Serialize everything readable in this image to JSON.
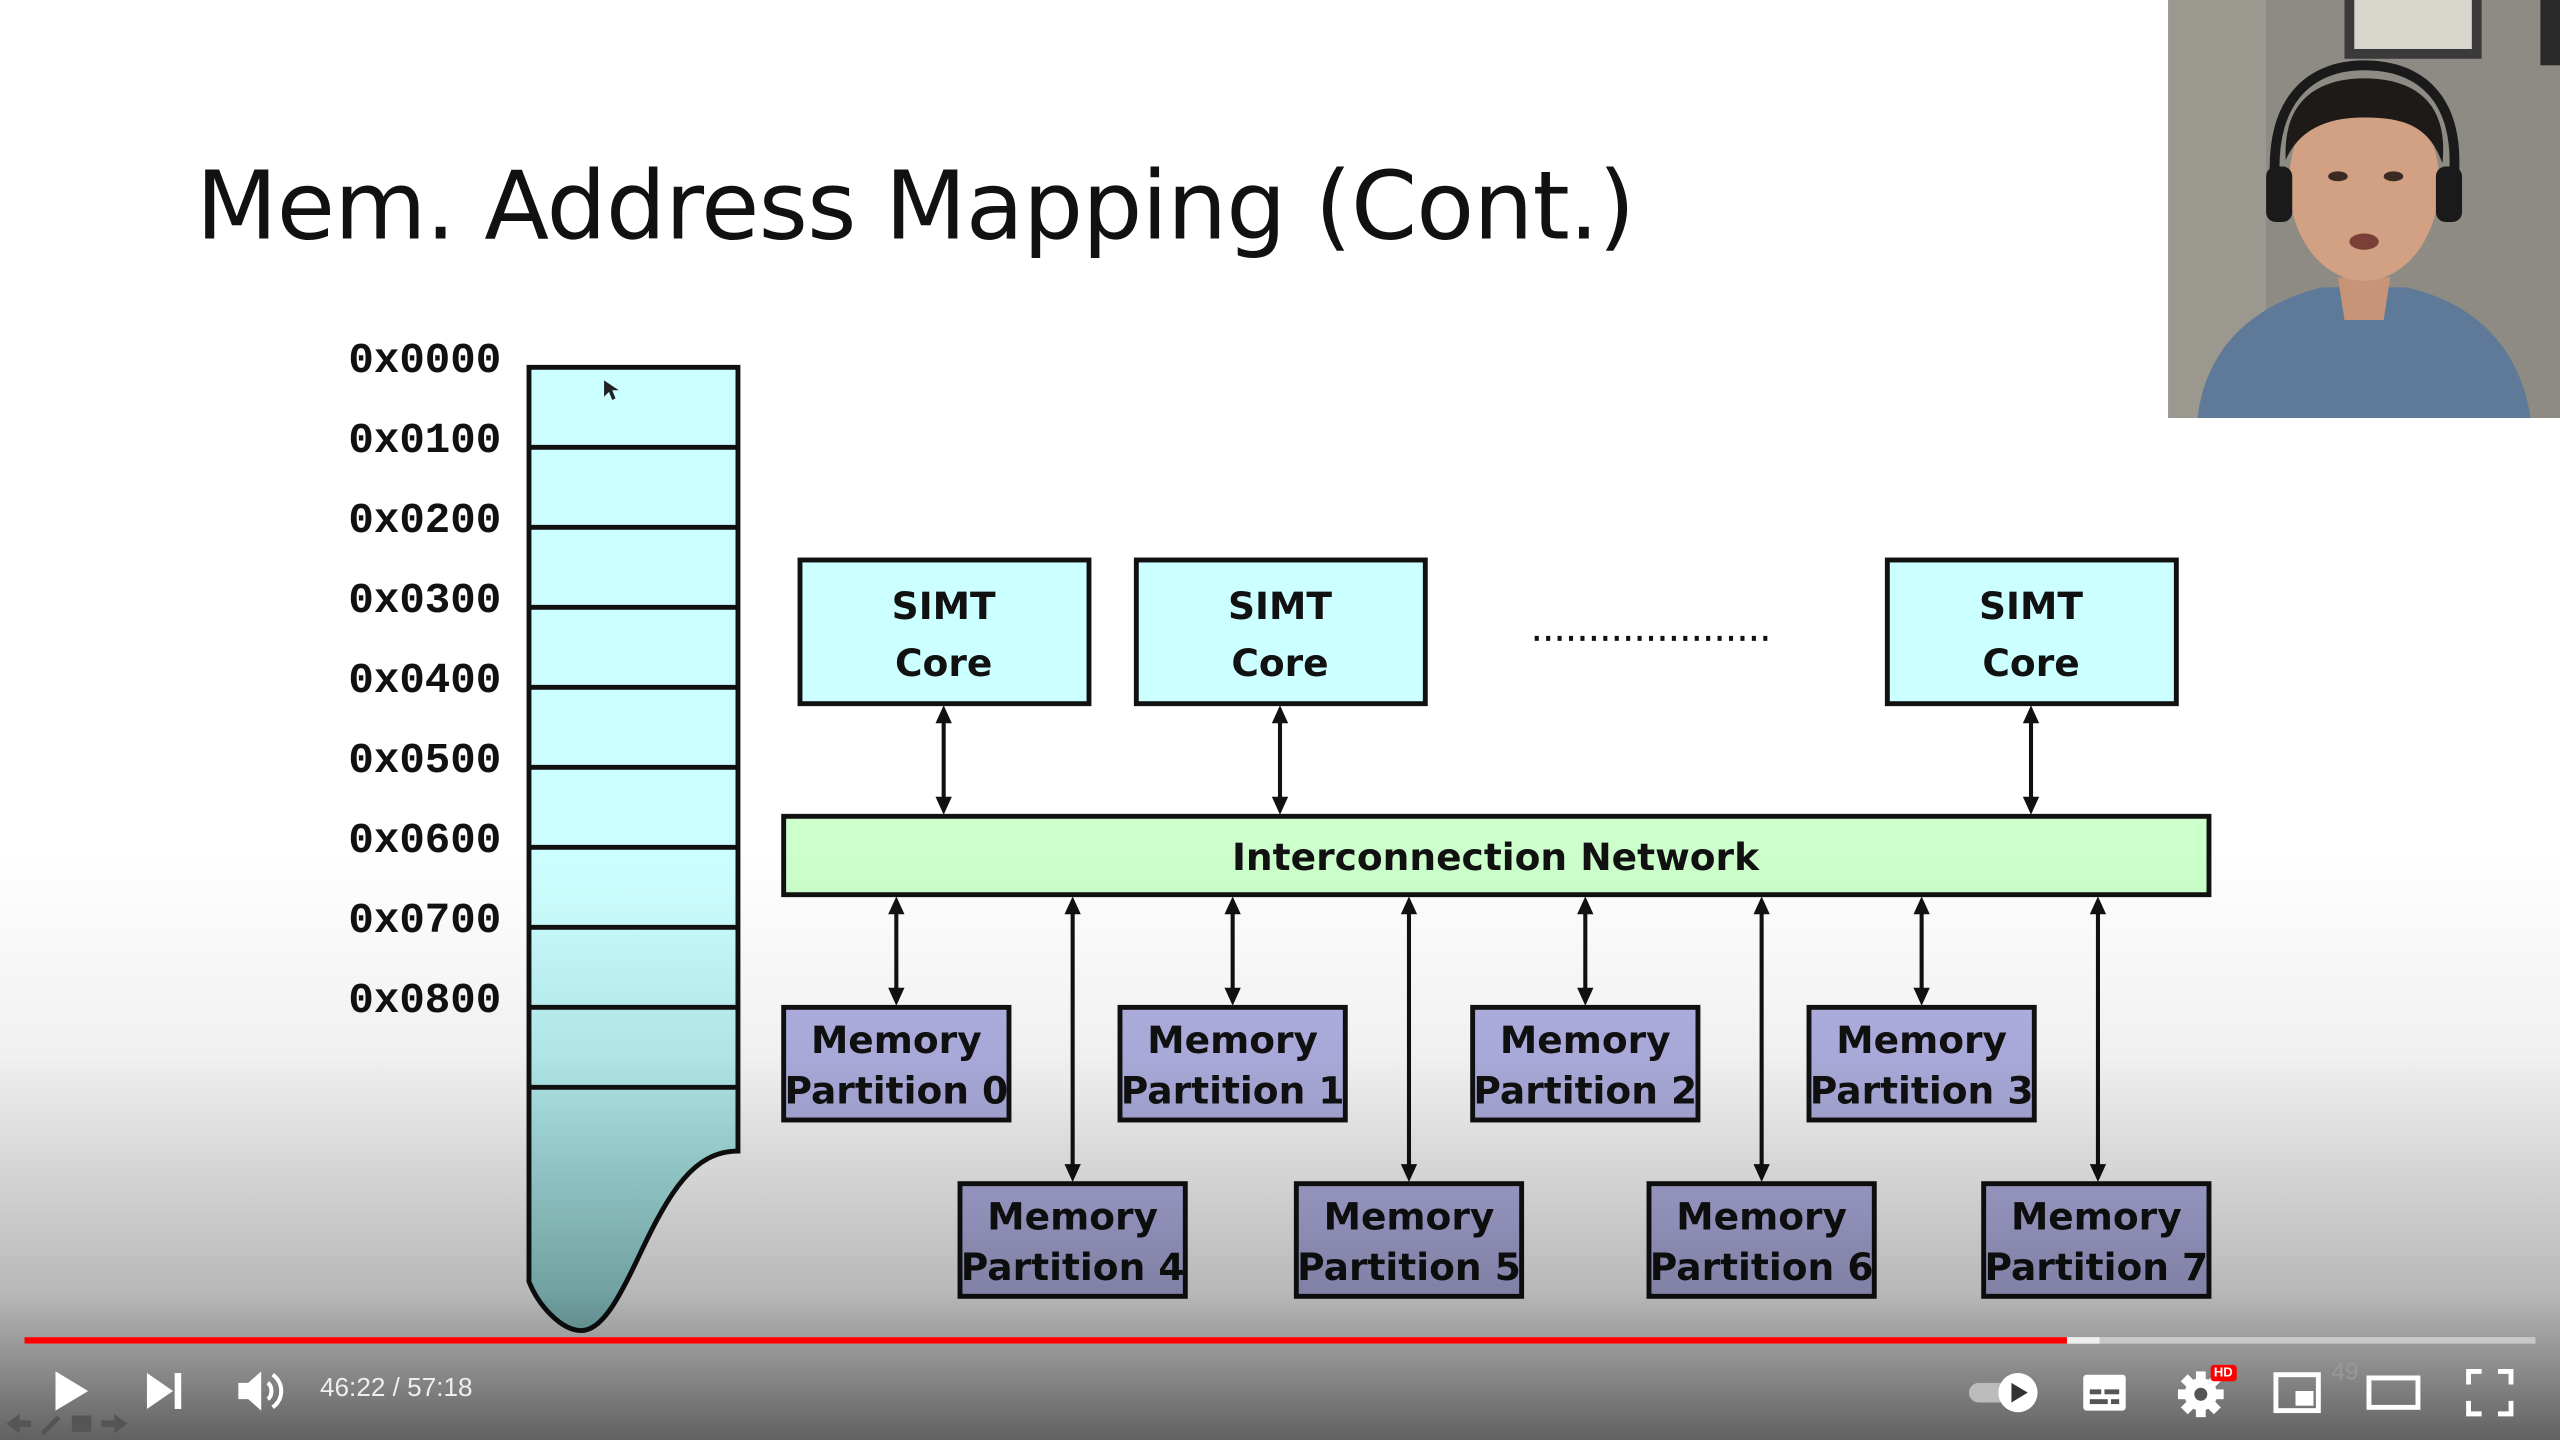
{
  "slide": {
    "title": "Mem. Address Mapping (Cont.)",
    "addresses": [
      "0x0000",
      "0x0100",
      "0x0200",
      "0x0300",
      "0x0400",
      "0x0500",
      "0x0600",
      "0x0700",
      "0x0800"
    ],
    "cores": [
      {
        "line1": "SIMT",
        "line2": "Core"
      },
      {
        "line1": "SIMT",
        "line2": "Core"
      },
      {
        "line1": "SIMT",
        "line2": "Core"
      }
    ],
    "interconnect_label": "Interconnection Network",
    "partitions": [
      {
        "line1": "Memory",
        "line2": "Partition 0"
      },
      {
        "line1": "Memory",
        "line2": "Partition 1"
      },
      {
        "line1": "Memory",
        "line2": "Partition 2"
      },
      {
        "line1": "Memory",
        "line2": "Partition 3"
      },
      {
        "line1": "Memory",
        "line2": "Partition 4"
      },
      {
        "line1": "Memory",
        "line2": "Partition 5"
      },
      {
        "line1": "Memory",
        "line2": "Partition 6"
      },
      {
        "line1": "Memory",
        "line2": "Partition 7"
      }
    ],
    "colors": {
      "core_fill": "#ccffff",
      "network_fill": "#ccffcc",
      "partition_fill": "#b3b3e6",
      "memory_fill": "#ccffff"
    }
  },
  "player": {
    "current_time": "46:22",
    "separator": " / ",
    "duration": "57:18",
    "progress_fraction": 0.8136,
    "buffered_fraction": 0.8265,
    "hd_badge": "HD",
    "overlay_number": "49",
    "progress_color": "#ff0000",
    "icons": [
      "play-icon",
      "next-icon",
      "volume-icon",
      "autoplay-toggle-icon",
      "subtitles-icon",
      "settings-icon",
      "miniplayer-icon",
      "theater-icon",
      "fullscreen-icon"
    ]
  }
}
